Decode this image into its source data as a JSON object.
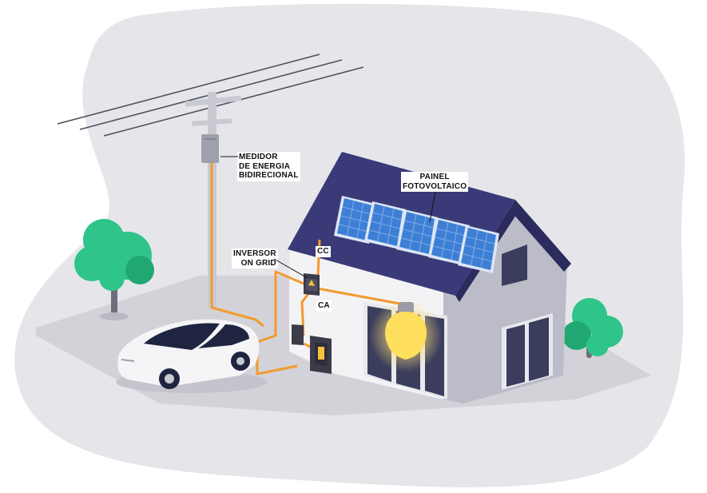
{
  "labels": {
    "meter": [
      "MEDIDOR",
      "DE ENERGIA",
      "BIDIRECIONAL"
    ],
    "panel": [
      "PAINEL",
      "FOTOVOLTAICO"
    ],
    "inverter": [
      "INVERSOR",
      "ON GRID"
    ],
    "dc": "CC",
    "ac": "CA"
  },
  "colors": {
    "backdrop": "#e6e6ea",
    "ground": "#d2d2d8",
    "roof": "#3a3a78",
    "roof_edge": "#2b2b5e",
    "wall_front": "#f3f3f5",
    "wall_side": "#bcbcc8",
    "solar_cell": "#3e7fd6",
    "solar_frame": "#dce6f5",
    "cable": "#f39a2e",
    "tree": "#2fc489",
    "tree_dark": "#21a772",
    "trunk": "#6e6e7a",
    "bulb": "#ffdf5e",
    "car_body": "#f5f5f7",
    "car_glass": "#1f2440",
    "pole": "#c9c9d1",
    "wire": "#4c5160"
  }
}
